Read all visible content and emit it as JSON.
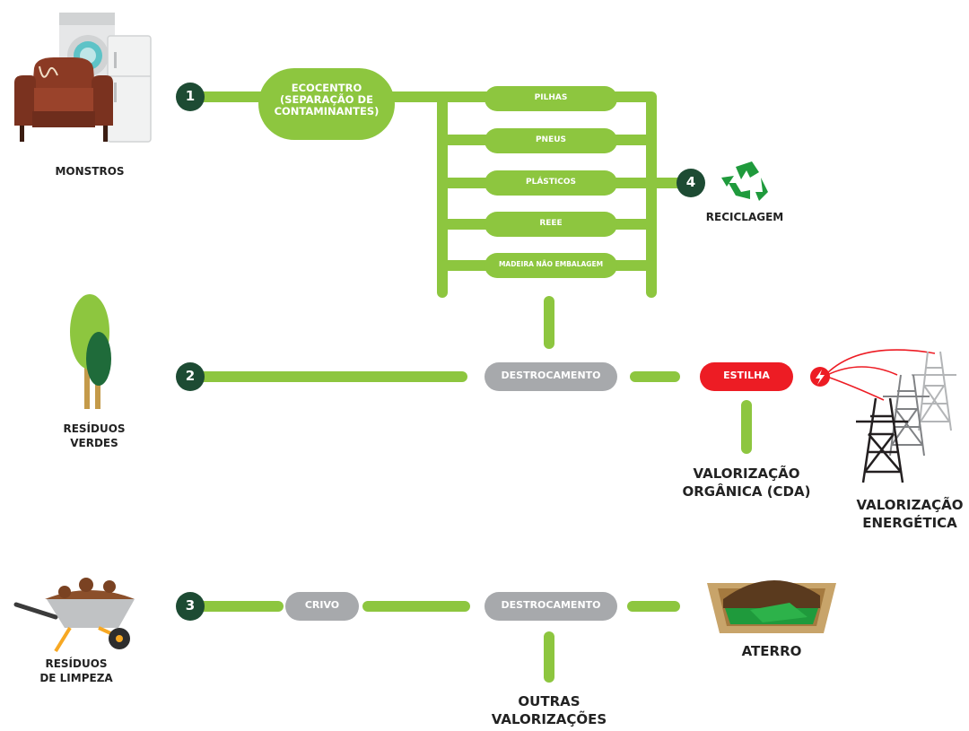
{
  "sources": {
    "monstros": "MONSTROS",
    "residuos_verdes": [
      "RESÍDUOS",
      "VERDES"
    ],
    "residuos_limpeza": [
      "RESÍDUOS",
      "DE LIMPEZA"
    ]
  },
  "steps": [
    "1",
    "2",
    "3",
    "4"
  ],
  "ecocentro": [
    "ECOCENTRO",
    "(SEPARAÇÃO DE",
    "CONTAMINANTES)"
  ],
  "streams": [
    "PILHAS",
    "PNEUS",
    "PLÁSTICOS",
    "REEE",
    "MADEIRA NÃO EMBALAGEM"
  ],
  "process": {
    "destrocamento": "DESTROCAMENTO",
    "estilha": "ESTILHA",
    "crivo": "CRIVO"
  },
  "outputs": {
    "reciclagem": "RECICLAGEM",
    "valorizacao_organica": [
      "VALORIZAÇÃO",
      "ORGÂNICA (CDA)"
    ],
    "valorizacao_energetica": [
      "VALORIZAÇÃO",
      "ENERGÉTICA"
    ],
    "aterro": "ATERRO",
    "outras_valorizacoes": [
      "OUTRAS",
      "VALORIZAÇÕES"
    ]
  },
  "colors": {
    "green": "#8dc63f",
    "dark_green": "#1d4b33",
    "grey": "#a7a9ac",
    "red": "#ed1c24",
    "recycle_green": "#1f9a3c"
  },
  "icons": [
    "sofa-icon",
    "washing-machine-icon",
    "fridge-icon",
    "trees-icon",
    "wheelbarrow-icon",
    "recycle-icon",
    "power-pylons-icon",
    "lightning-icon",
    "landfill-icon"
  ]
}
